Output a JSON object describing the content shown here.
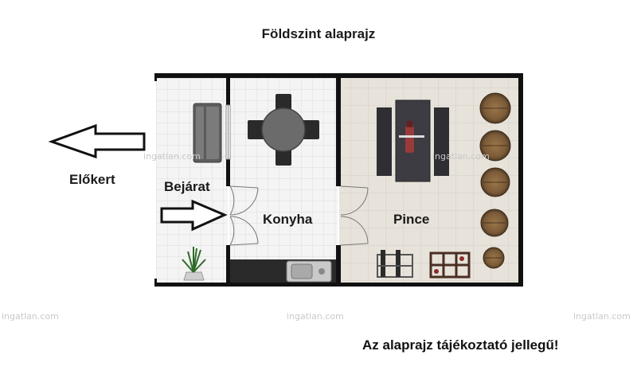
{
  "title": "Földszint alaprajz",
  "rooms": {
    "elokert": "Előkert",
    "bejarat": "Bejárat",
    "konyha": "Konyha",
    "pince": "Pince"
  },
  "note": "Az alaprajz tájékoztató jellegű!",
  "watermark": "ingatlan.com",
  "colors": {
    "wall": "#111111",
    "tile_light": "#f2f2f2",
    "tile_grid": "#dedede",
    "pince_floor": "#e6e0d8",
    "table_dark": "#3c3c40",
    "barrel": "#7a5a38"
  }
}
